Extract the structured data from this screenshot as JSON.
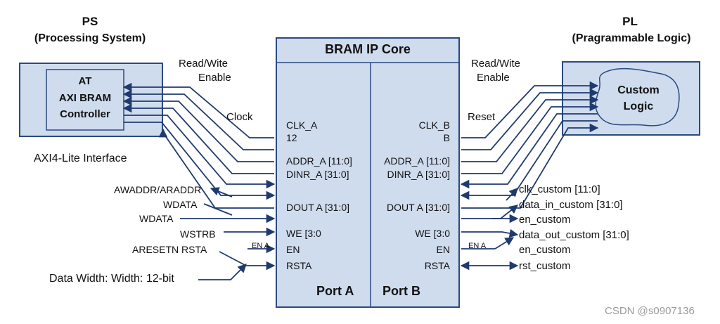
{
  "ps": {
    "title": "PS",
    "subtitle": "(Processing System)",
    "controller_lines": [
      "AT",
      "AXI BRAM",
      "Controller"
    ],
    "interface": "AXI4-Lite Interface"
  },
  "pl": {
    "title": "PL",
    "subtitle": "(Pragrammable Logic)",
    "logic_lines": [
      "Custom",
      "Logic"
    ]
  },
  "bram": {
    "title": "BRAM IP Core",
    "port_a": "Port A",
    "port_b": "Port B"
  },
  "port_a_pins": [
    "CLK_A",
    "12",
    "ADDR_A [11:0]",
    "DINR_A [31:0]",
    "DOUT A [31:0]",
    "WE [3:0",
    "EN",
    "RSTA"
  ],
  "port_b_pins": [
    "CLK_B",
    "B",
    "ADDR_A [11:0]",
    "DINR_A [31:0]",
    "DOUT A [31:0]",
    "WE [3:0",
    "EN",
    "RSTA"
  ],
  "left_labels": {
    "rw": [
      "Read/Wite",
      "Enable"
    ],
    "clock": "Clock",
    "awaddr": "AWADDR/ARADDR",
    "wdata1": "WDATA",
    "wdata2": "WDATA",
    "wstrb": "WSTRB",
    "aresetn": "ARESETN  RSTA",
    "en_a": "EN A",
    "data_width": "Data Width: Width: 12-bit"
  },
  "right_labels": {
    "rw": [
      "Read/Wite",
      "Enable"
    ],
    "reset": "Reset",
    "en_a": "EN A",
    "signals": [
      "clk_custom [11:0]",
      "data_in_custom [31:0]",
      "en_custom",
      "data_out_custom [31:0]",
      "en_custom",
      "rst_custom"
    ]
  },
  "watermark": "CSDN @s0907136",
  "colors": {
    "line": "#1f3a6e",
    "box_fill": "#cfdcee",
    "box_stroke": "#2a4a80"
  }
}
